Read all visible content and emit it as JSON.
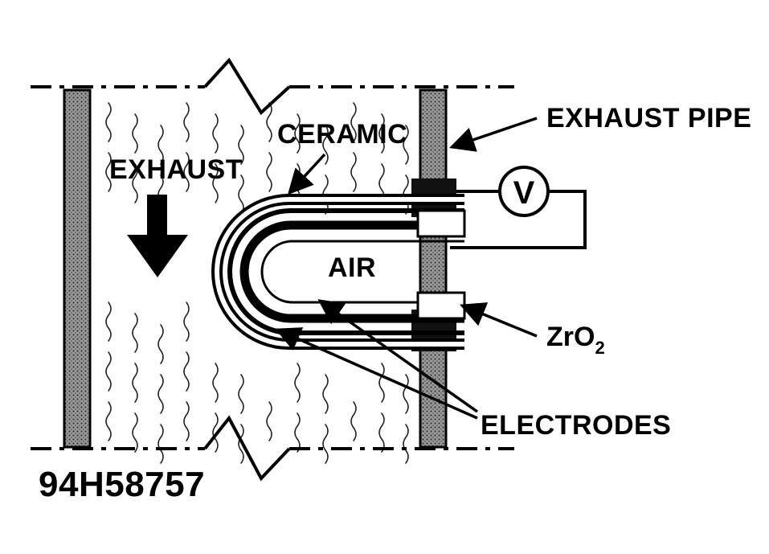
{
  "labels": {
    "ceramic": "CERAMIC",
    "exhaust": "EXHAUST",
    "exhaust_pipe": "EXHAUST PIPE",
    "voltmeter": "V",
    "air": "AIR",
    "zro2_main": "ZrO",
    "zro2_sub": "2",
    "electrodes": "ELECTRODES"
  },
  "figure_code": "94H58757",
  "colors": {
    "line": "#000000",
    "pipe_wall": "#7a7a7a",
    "background": "#ffffff"
  }
}
